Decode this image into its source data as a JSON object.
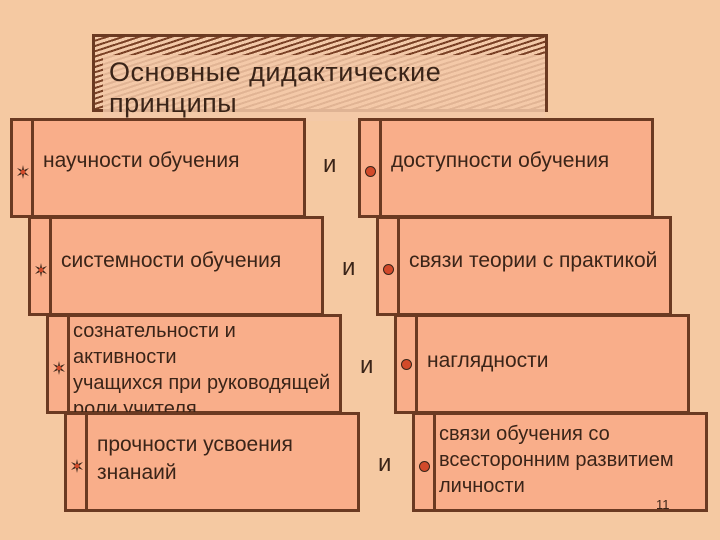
{
  "title": "Основные дидактические принципы",
  "left": [
    "научности обучения",
    "системности обучения",
    "сознательности и активности\nучащихся при руководящей\nроли учителя",
    "прочности усвоения\nзнанаий"
  ],
  "conjunction": "и",
  "right": [
    "доступности обучения",
    "связи теории с практикой",
    "наглядности",
    "связи обучения со\nвсесторонним развитием\nличности"
  ],
  "page_number": "11",
  "colors": {
    "background": "#F5C9A2",
    "cell": "#F9AE8A",
    "border": "#6b3a22",
    "bullet_dot": "#d24a2a"
  },
  "icons": {
    "left_bullet": "star-bullet-icon",
    "right_bullet": "dot-bullet-icon"
  }
}
